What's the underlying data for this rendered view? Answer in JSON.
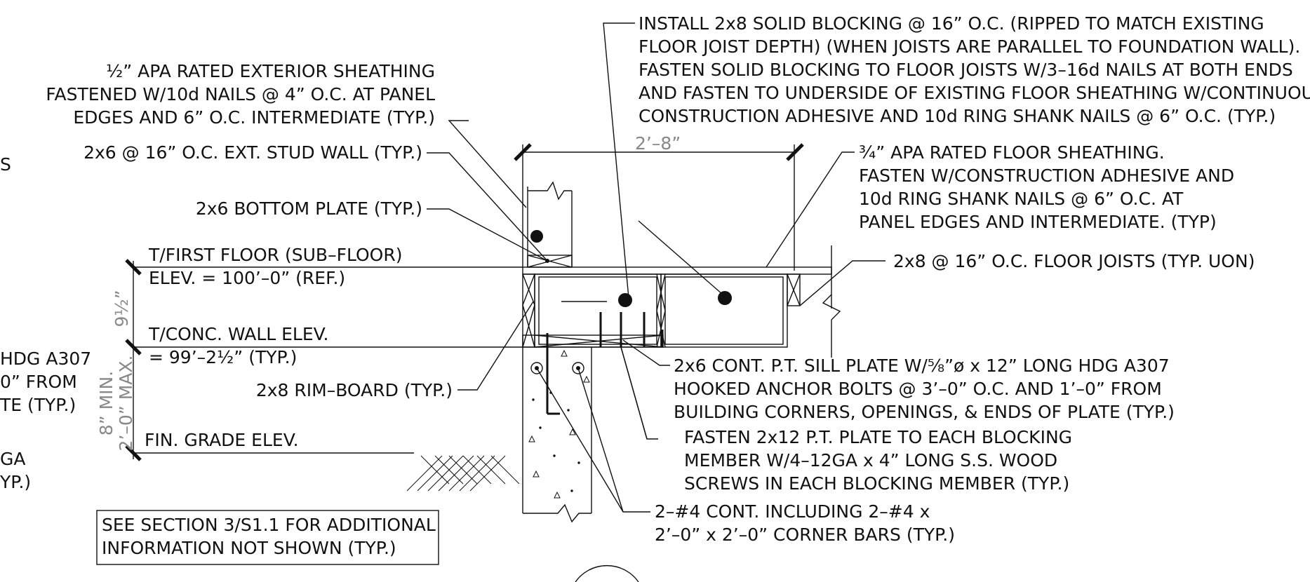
{
  "notes": {
    "blocking": [
      "INSTALL 2x8 SOLID BLOCKING @ 16” O.C. (RIPPED TO MATCH EXISTING",
      "FLOOR JOIST DEPTH) (WHEN JOISTS ARE PARALLEL TO FOUNDATION WALL).",
      "FASTEN SOLID BLOCKING TO FLOOR JOISTS W/3–16d NAILS AT BOTH ENDS",
      "AND FASTEN TO UNDERSIDE OF EXISTING FLOOR SHEATHING W/CONTINUOUS",
      "CONSTRUCTION ADHESIVE AND 10d RING SHANK NAILS @ 6” O.C. (TYP.)"
    ],
    "ext_sheathing": [
      "½” APA RATED EXTERIOR SHEATHING",
      "FASTENED W/10d NAILS @ 4” O.C. AT PANEL",
      "EDGES AND 6” O.C. INTERMEDIATE (TYP.)"
    ],
    "stud_wall": "2x6 @ 16” O.C. EXT. STUD WALL (TYP.)",
    "bottom_plate": "2x6 BOTTOM PLATE (TYP.)",
    "floor_sheathing": [
      "¾” APA RATED FLOOR SHEATHING.",
      "FASTEN W/CONSTRUCTION ADHESIVE AND",
      "10d RING SHANK NAILS @ 6” O.C. AT",
      "PANEL EDGES AND INTERMEDIATE. (TYP)"
    ],
    "floor_joists": "2x8 @ 16” O.C. FLOOR JOISTS (TYP. UON)",
    "sill_plate": [
      "2x6 CONT. P.T. SILL PLATE W/⅝”ø x 12” LONG HDG A307",
      "HOOKED ANCHOR BOLTS @ 3’–0” O.C. AND 1’–0” FROM",
      "BUILDING CORNERS, OPENINGS, & ENDS OF PLATE (TYP.)"
    ],
    "fasten_plate": [
      "FASTEN 2x12 P.T. PLATE TO EACH BLOCKING",
      "MEMBER W/4–12GA x 4” LONG S.S. WOOD",
      "SCREWS IN EACH BLOCKING MEMBER (TYP.)"
    ],
    "rebar": [
      "2–#4 CONT. INCLUDING 2–#4 x",
      "2’–0” x 2’–0” CORNER BARS (TYP.)"
    ],
    "rim_board": "2x8 RIM–BOARD (TYP.)",
    "see_section": [
      "SEE SECTION 3/S1.1 FOR ADDITIONAL",
      "INFORMATION NOT SHOWN (TYP.)"
    ]
  },
  "elevations": {
    "first_floor_1": "T/FIRST FLOOR (SUB–FLOOR)",
    "first_floor_2": "ELEV. = 100’–0” (REF.)",
    "conc_wall_1": "T/CONC. WALL ELEV.",
    "conc_wall_2": "= 99’–2½” (TYP.)",
    "fin_grade": "FIN. GRADE ELEV."
  },
  "dimensions": {
    "span": "2’–8”",
    "height_upper": "9½”",
    "height_lower_1": "8” MIN.",
    "height_lower_2": "2’–0” MAX."
  },
  "cutoff_left": [
    "S",
    "HDG A307",
    "0” FROM",
    "TE (TYP.)",
    "GA",
    "YP.)"
  ]
}
